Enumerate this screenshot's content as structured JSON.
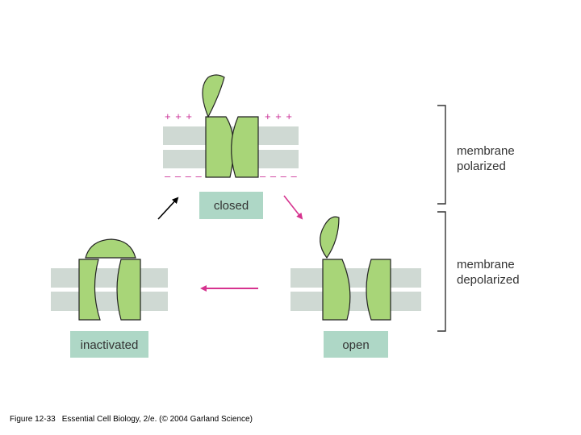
{
  "states": {
    "closed": "closed",
    "open": "open",
    "inactivated": "inactivated"
  },
  "charges": {
    "top_left": "+ + +",
    "top_right": "+ + +",
    "bottom_left": "– – – –",
    "bottom_right": "– – – –"
  },
  "side_labels": {
    "polarized_line1": "membrane",
    "polarized_line2": "polarized",
    "depolarized_line1": "membrane",
    "depolarized_line2": "depolarized"
  },
  "caption": {
    "figure": "Figure 12-33",
    "text": "Essential Cell Biology, 2/e. (© 2004 Garland Science)"
  },
  "colors": {
    "channel": "#a8d578",
    "membrane": "#cfd9d3",
    "label_box": "#aed7c6",
    "charge": "#cc3399",
    "arrow_magenta": "#d6338f",
    "arrow_black": "#000000",
    "bracket": "#333333"
  }
}
